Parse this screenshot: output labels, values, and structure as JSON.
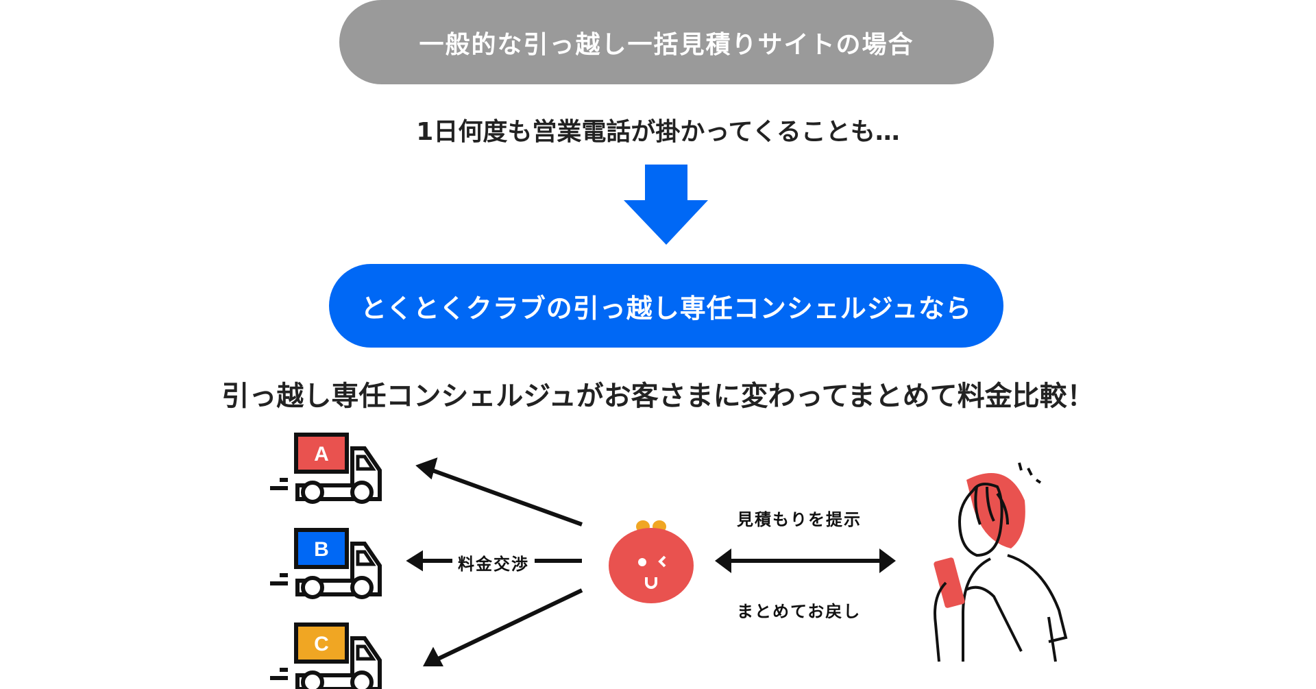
{
  "header_pill": "一般的な引っ越し一括見積りサイトの場合",
  "problem_text": "1日何度も営業電話が掛かってくることも…",
  "solution_pill": "とくとくクラブの引っ越し専任コンシェルジュなら",
  "solution_text": "引っ越し専任コンシェルジュがお客さまに変わってまとめて料金比較！",
  "trucks": [
    {
      "label": "A",
      "color": "#e9524f"
    },
    {
      "label": "B",
      "color": "#0068f5"
    },
    {
      "label": "C",
      "color": "#f0a623"
    }
  ],
  "negotiation_label": "料金交渉",
  "quote_label": "見積もりを提示",
  "return_label": "まとめてお戻し",
  "colors": {
    "gray": "#9a9a9a",
    "blue": "#0068f5",
    "red": "#e9524f",
    "orange": "#f0a623"
  }
}
